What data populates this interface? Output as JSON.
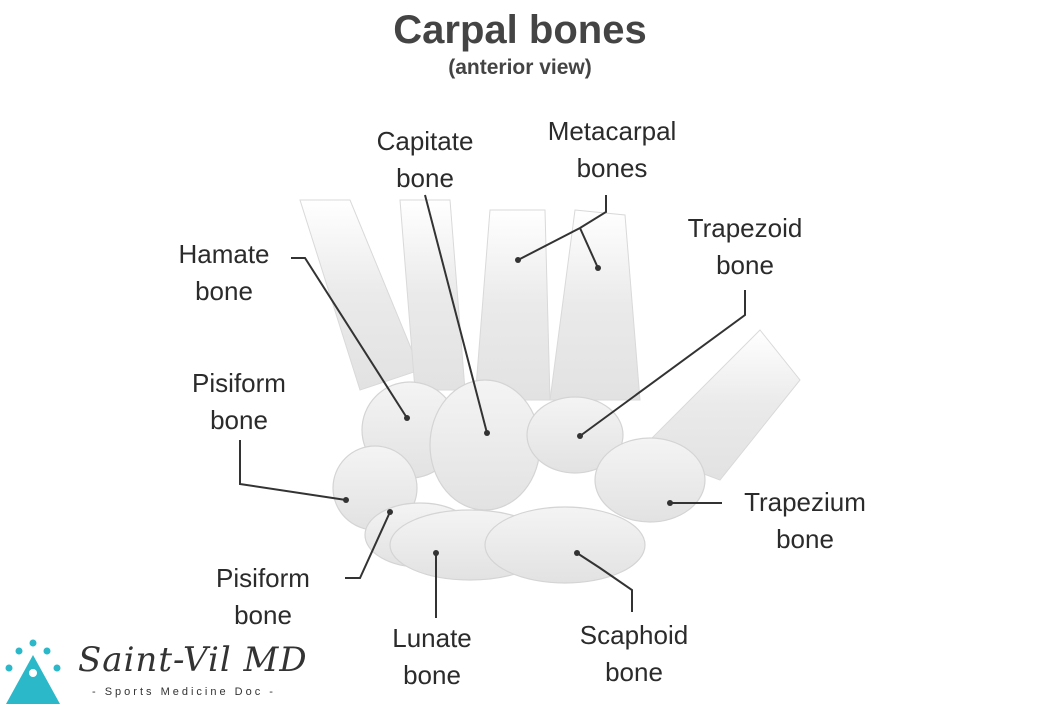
{
  "title": "Carpal bones",
  "subtitle": "(anterior view)",
  "labels": {
    "capitate": [
      "Capitate",
      "bone"
    ],
    "metacarpal": [
      "Metacarpal",
      "bones"
    ],
    "hamate": [
      "Hamate",
      "bone"
    ],
    "trapezoid": [
      "Trapezoid",
      "bone"
    ],
    "pisiform_upper": [
      "Pisiform",
      "bone"
    ],
    "trapezium": [
      "Trapezium",
      "bone"
    ],
    "pisiform_lower": [
      "Pisiform",
      "bone"
    ],
    "lunate": [
      "Lunate",
      "bone"
    ],
    "scaphoid": [
      "Scaphoid",
      "bone"
    ]
  },
  "logo": {
    "name": "Saint-Vil MD",
    "tagline": "- Sports Medicine Doc -",
    "color": "#2bb8c9"
  }
}
